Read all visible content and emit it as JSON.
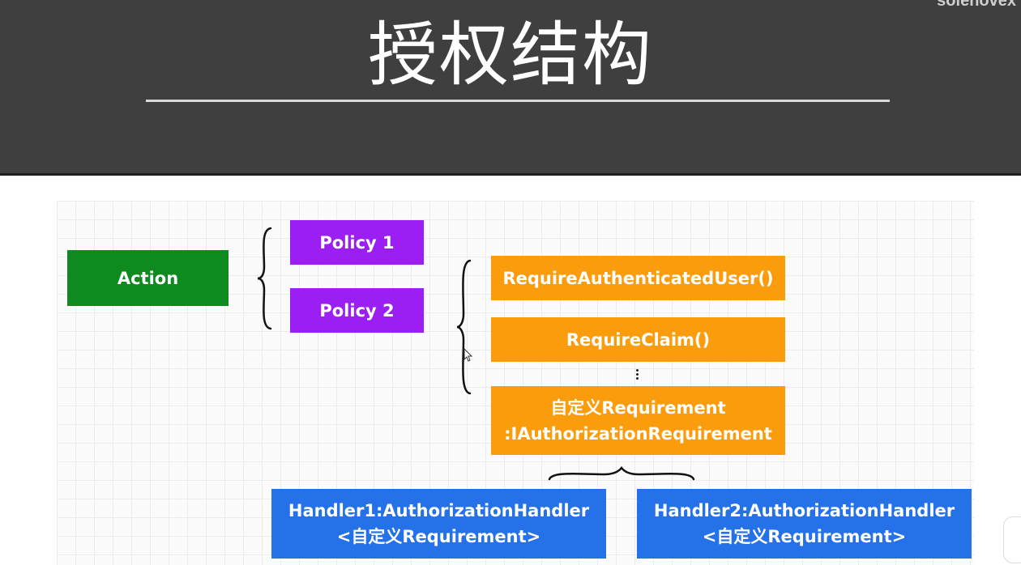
{
  "header": {
    "title": "授权结构",
    "watermark": "solenovex"
  },
  "diagram": {
    "action": "Action",
    "policies": [
      "Policy 1",
      "Policy 2"
    ],
    "requirements": {
      "authenticated": "RequireAuthenticatedUser()",
      "claim": "RequireClaim()",
      "custom_line1": "自定义Requirement",
      "custom_line2": ":IAuthorizationRequirement"
    },
    "handlers": [
      {
        "line1": "Handler1:AuthorizationHandler",
        "line2": "<自定义Requirement>"
      },
      {
        "line1": "Handler2:AuthorizationHandler",
        "line2": "<自定义Requirement>"
      }
    ]
  },
  "colors": {
    "action": "#0e8a1e",
    "policy": "#9b1ff2",
    "requirement": "#fb9c0c",
    "handler": "#2471e8",
    "header_bg": "#3f3f3f"
  }
}
